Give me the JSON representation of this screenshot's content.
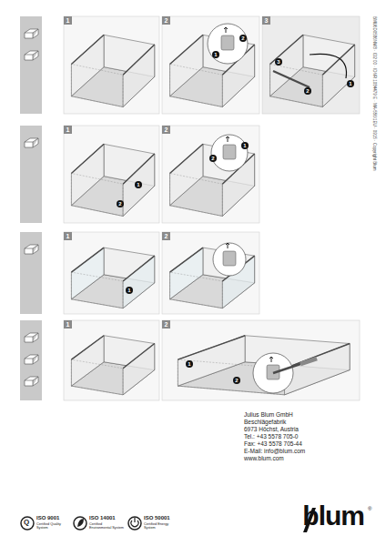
{
  "diagram": {
    "labels": [
      "BMU6D0586NW8 · ID2 00 · IDNR 1084479 E · MA-556/1EU · 0915 · Copyright Blum",
      "1",
      "2",
      "3",
      "1",
      "2",
      "3",
      "2",
      "1",
      "1",
      "2",
      "1",
      "2",
      "2",
      "1",
      "1",
      "2",
      "1",
      "1",
      "2",
      "1",
      "2",
      "Julius Blum GmbH",
      "Beschlägefabrik",
      "6973 Höchst, Austria",
      "Tel.: +43 5578 705-0",
      "Fax: +43 5578 705-44",
      "E-Mail: info@blum.com",
      "www.blum.com",
      "Q",
      "ISO 9001",
      "Certified Quality System",
      "ISO 14001",
      "Certified Environmental System",
      "ISO 50001",
      "Certified Energy System",
      "blum",
      "®"
    ]
  }
}
